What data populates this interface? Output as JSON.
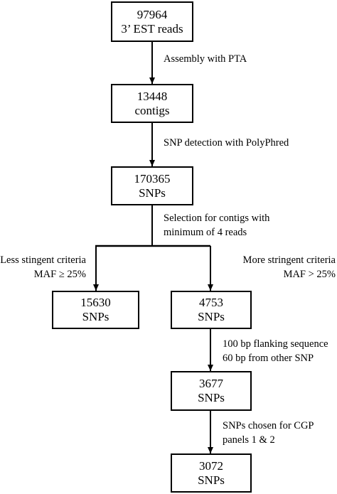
{
  "boxes": {
    "est_reads": {
      "line1": "97964",
      "line2": "3’ EST reads"
    },
    "contigs": {
      "line1": "13448",
      "line2": "contigs"
    },
    "snps_all": {
      "line1": "170365",
      "line2": "SNPs"
    },
    "snps_less": {
      "line1": "15630",
      "line2": "SNPs"
    },
    "snps_more": {
      "line1": "4753",
      "line2": "SNPs"
    },
    "snps_flank": {
      "line1": "3677",
      "line2": "SNPs"
    },
    "snps_cgp": {
      "line1": "3072",
      "line2": "SNPs"
    }
  },
  "steps": {
    "assembly": "Assembly with PTA",
    "detection": "SNP detection with PolyPhred",
    "selection_line1": "Selection for contigs with",
    "selection_line2": "minimum of 4 reads",
    "less_line1": "Less stingent criteria",
    "less_line2": "MAF ≥ 25%",
    "more_line1": "More stringent criteria",
    "more_line2": "MAF > 25%",
    "flank_line1": "100 bp flanking sequence",
    "flank_line2": "60 bp from other SNP",
    "cgp_line1": "SNPs chosen for CGP",
    "cgp_line2": "panels 1 & 2"
  }
}
